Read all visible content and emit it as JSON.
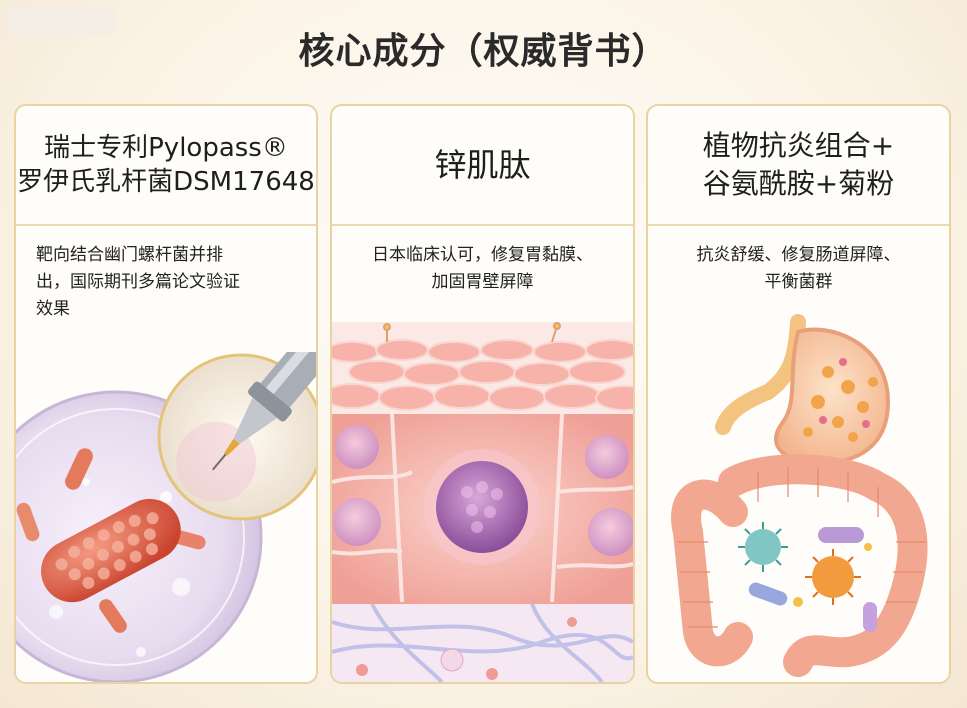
{
  "title": "核心成分（权威背书）",
  "cards": [
    {
      "heading_lines": [
        "瑞士专利Pylopass®",
        "罗伊氏乳杆菌DSM17648"
      ],
      "description_lines": [
        "靶向结合幽门螺杆菌并排",
        "出，国际期刊多篇论文验证",
        "效果"
      ],
      "illustration": "bacteria-petri-dish-pipette-icon"
    },
    {
      "heading_lines": [
        "锌肌肽"
      ],
      "description_lines": [
        "日本临床认可，修复胃黏膜、",
        "加固胃壁屏障"
      ],
      "illustration": "gastric-mucosa-cells-icon"
    },
    {
      "heading_lines": [
        "植物抗炎组合+",
        "谷氨酰胺+菊粉"
      ],
      "description_lines": [
        "抗炎舒缓、修复肠道屏障、",
        "平衡菌群"
      ],
      "illustration": "digestive-tract-microbiome-icon"
    }
  ],
  "colors": {
    "card_border": "#e9d3a3",
    "accent_orange": "#e58a2c",
    "cell_pink": "#f3a8a0"
  }
}
